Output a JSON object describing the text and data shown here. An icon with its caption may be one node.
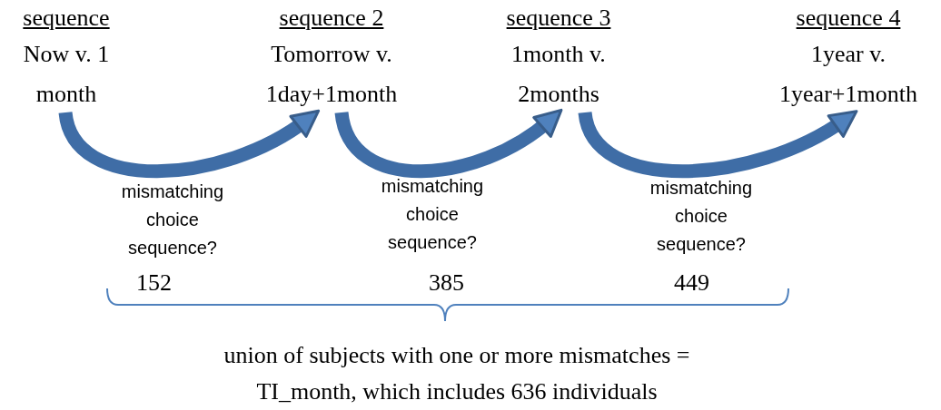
{
  "diagram": {
    "nodes": [
      {
        "text": [
          "sequence",
          "Now v. 1 month"
        ]
      },
      {
        "text": [
          "sequence 2",
          "Tomorrow v. 1day+1month"
        ]
      },
      {
        "text": [
          "sequence 3",
          "1month v. 2months"
        ]
      },
      {
        "text": [
          "sequence 4",
          "1year v. 1year+1month"
        ]
      }
    ],
    "edges": [
      {
        "from": 0,
        "to": 1,
        "arrow": "to",
        "label": "mismatching choice sequence?"
      },
      {
        "from": 1,
        "to": 2,
        "arrow": "to",
        "label": "mismatching choice sequence?"
      },
      {
        "from": 2,
        "to": 3,
        "arrow": "to",
        "label": "mismatching choice sequence?"
      }
    ],
    "labels": [
      "152",
      "385",
      "449",
      "union of subjects with one or more mismatches = TI_month, which includes 636 individuals"
    ]
  }
}
